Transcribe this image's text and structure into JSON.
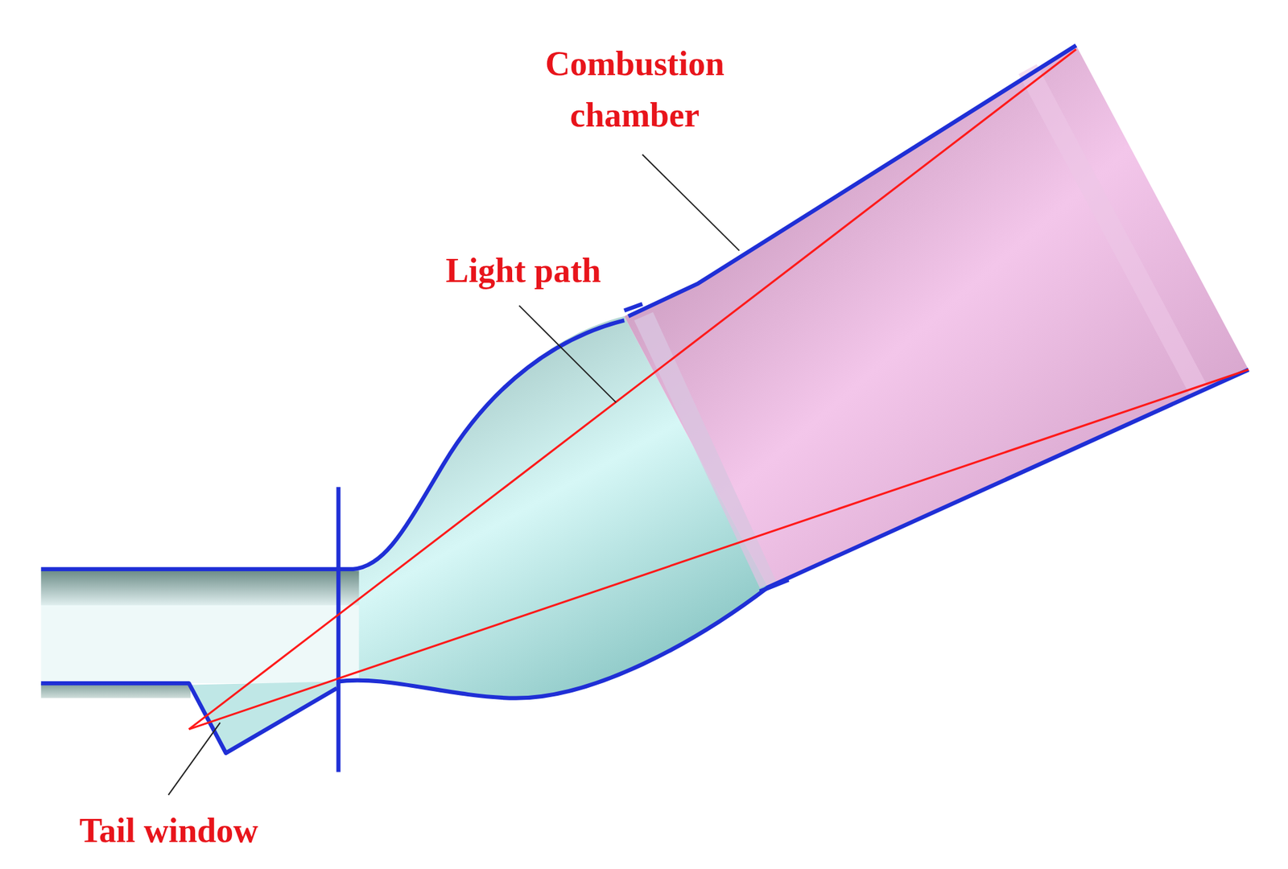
{
  "diagram": {
    "labels": [
      "Combustion chamber",
      "Light path",
      "Tail window"
    ]
  }
}
